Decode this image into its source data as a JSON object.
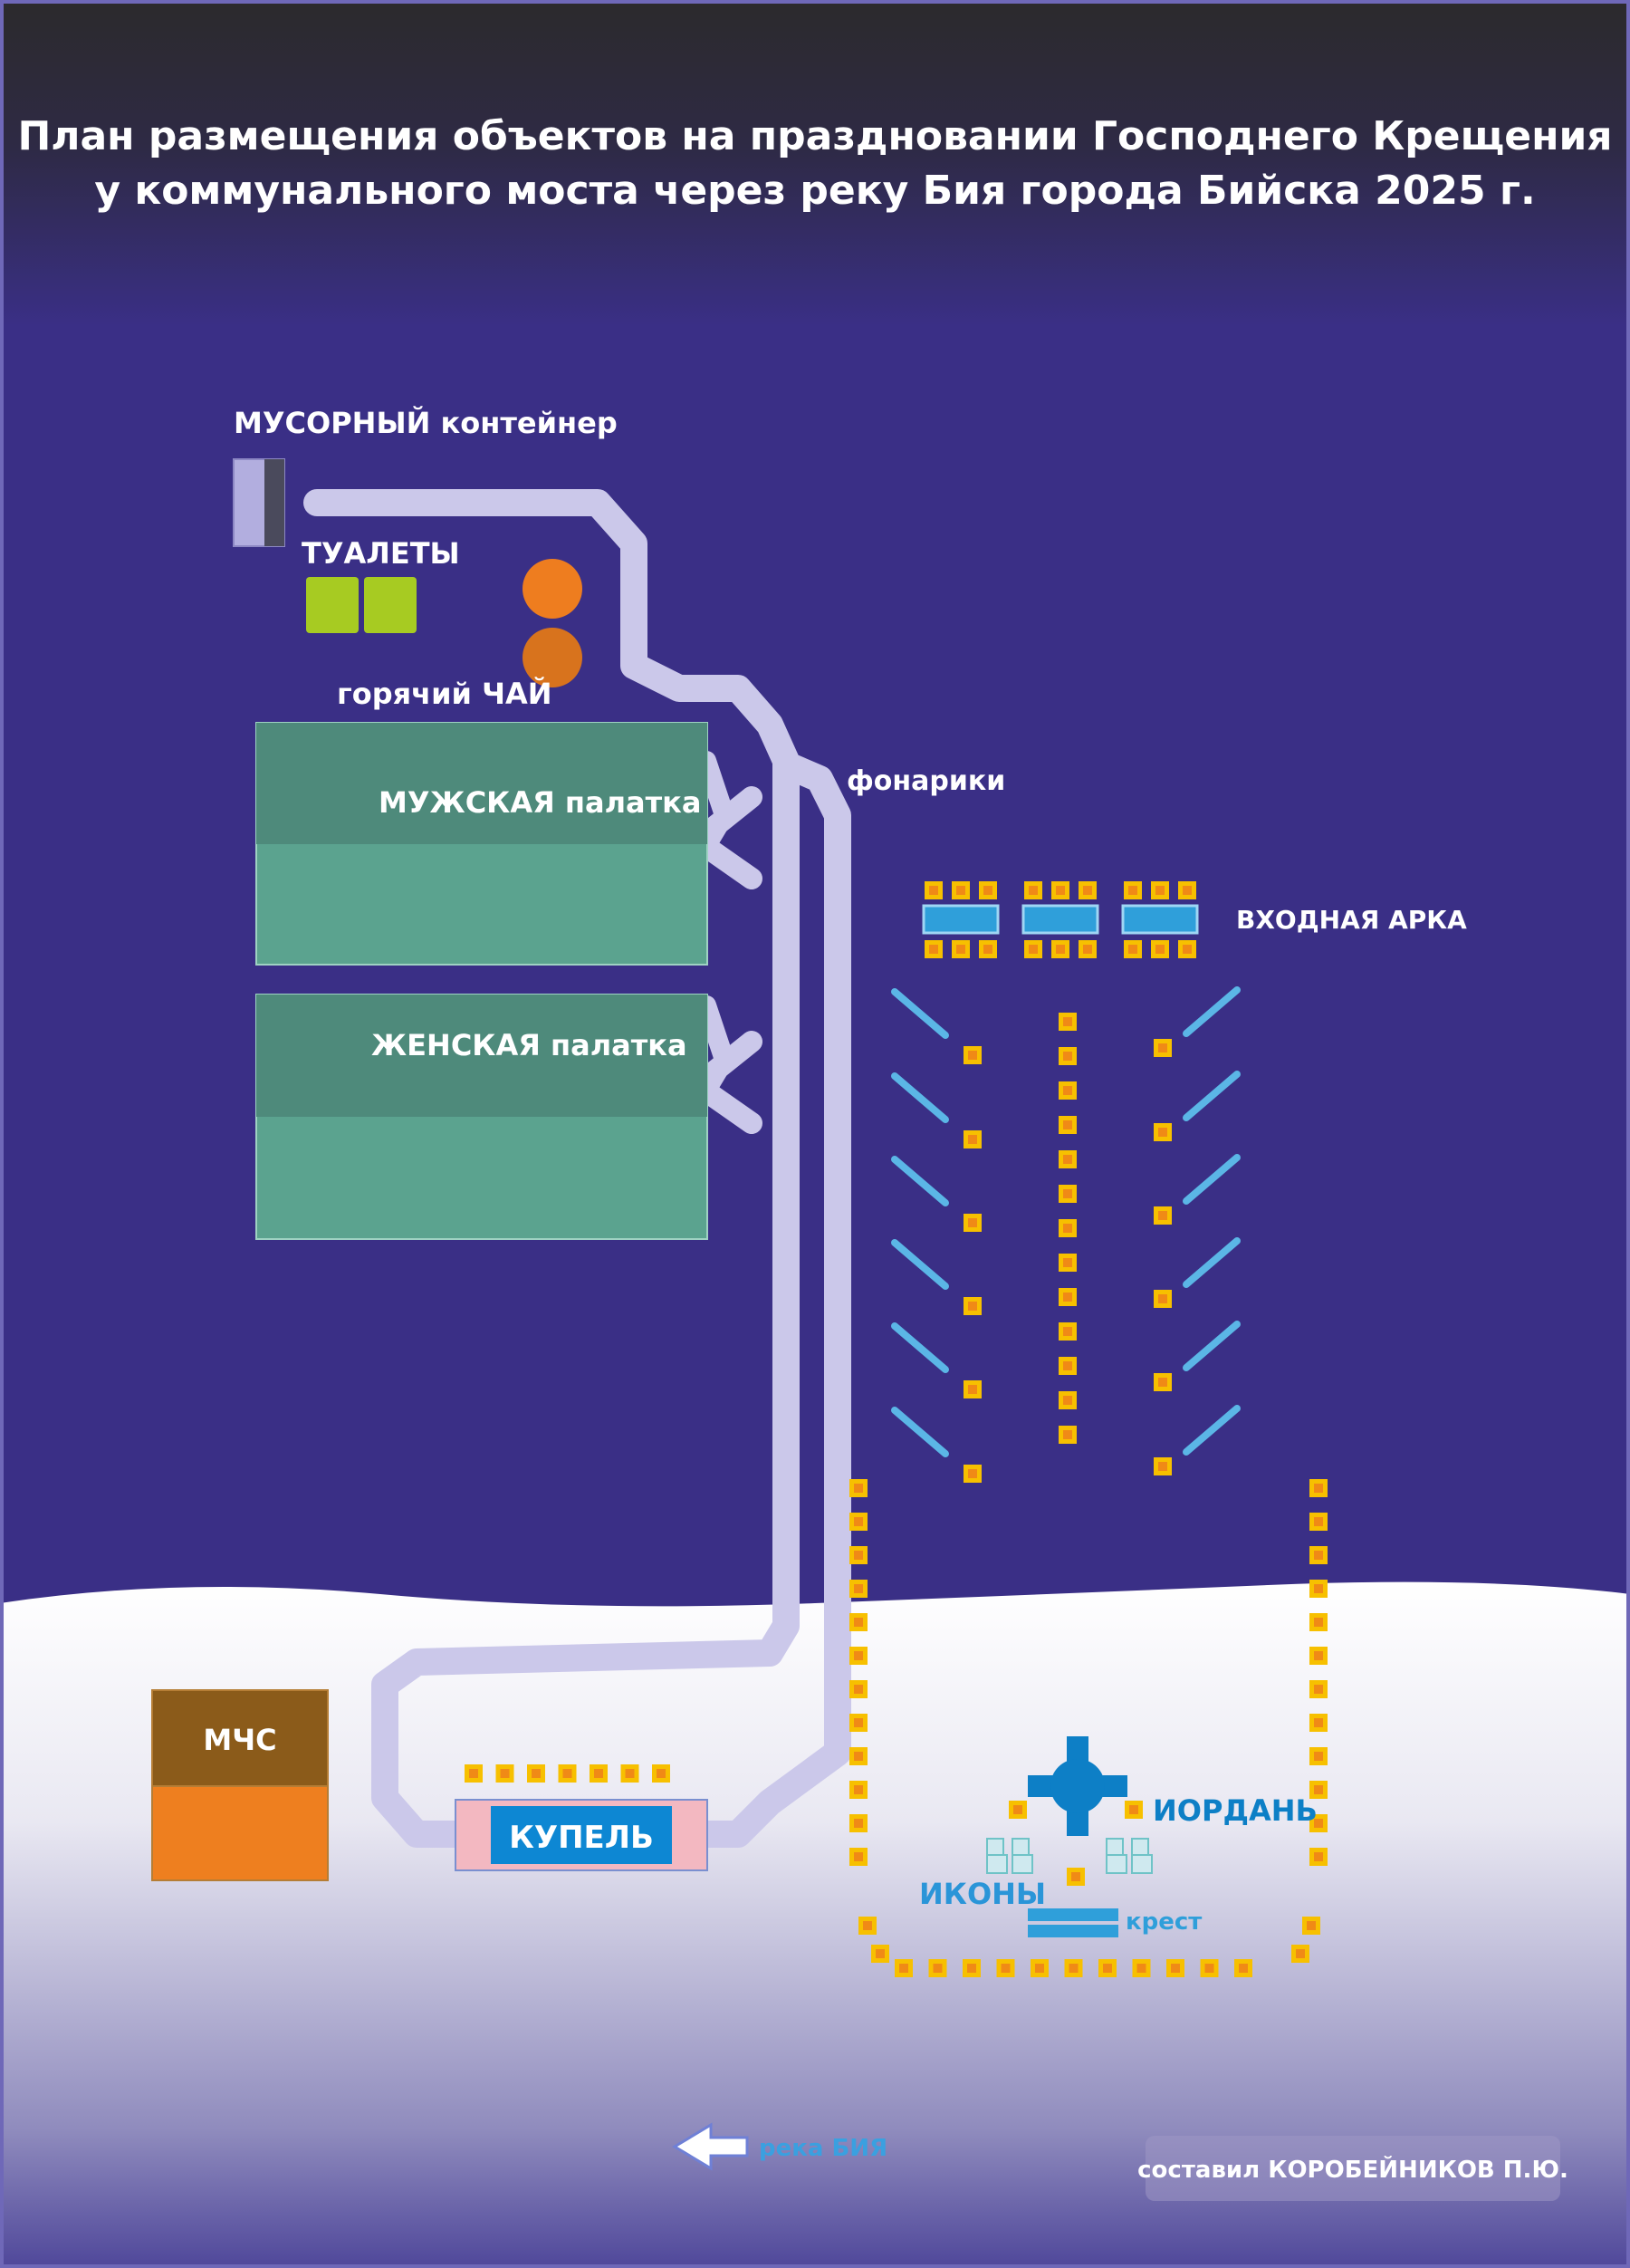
{
  "title": {
    "line1": "План размещения объектов на праздновании Господнего Крещения",
    "line2": "у коммунального моста через реку Бия города Бийска 2025 г."
  },
  "labels": {
    "trash": "МУСОРНЫЙ контейнер",
    "toilets": "ТУАЛЕТЫ",
    "tea": "горячий ЧАЙ",
    "men_tent": "МУЖСКАЯ палатка",
    "women_tent": "ЖЕНСКАЯ палатка",
    "lanterns": "фонарики",
    "arch": "ВХОДНАЯ АРКА",
    "mchs": "МЧС",
    "font": "КУПЕЛЬ",
    "jordan": "ИОРДАНЬ",
    "icons": "ИКОНЫ",
    "cross": "крест",
    "river": "река БИЯ",
    "author": "составил КОРОБЕЙНИКОВ П.Ю."
  },
  "colors": {
    "background": "#3a2f86",
    "header": "#2d2a2d",
    "snow": "#ffffff",
    "path": "#cbc8ea",
    "tent_top": "#4e8a7b",
    "tent_body": "#5ba38f",
    "toilet": "#a7cb22",
    "tea": "#ee7d1f",
    "lantern": "#f7c000",
    "lantern_core": "#f08a16",
    "arch_bar": "#2f9fda",
    "jordan": "#0d7fc6",
    "mchs_top": "#8b5b1a",
    "mchs_bottom": "#ee7f1f",
    "font_pink": "#f3b8c1",
    "font_blue": "#0d87d3"
  }
}
